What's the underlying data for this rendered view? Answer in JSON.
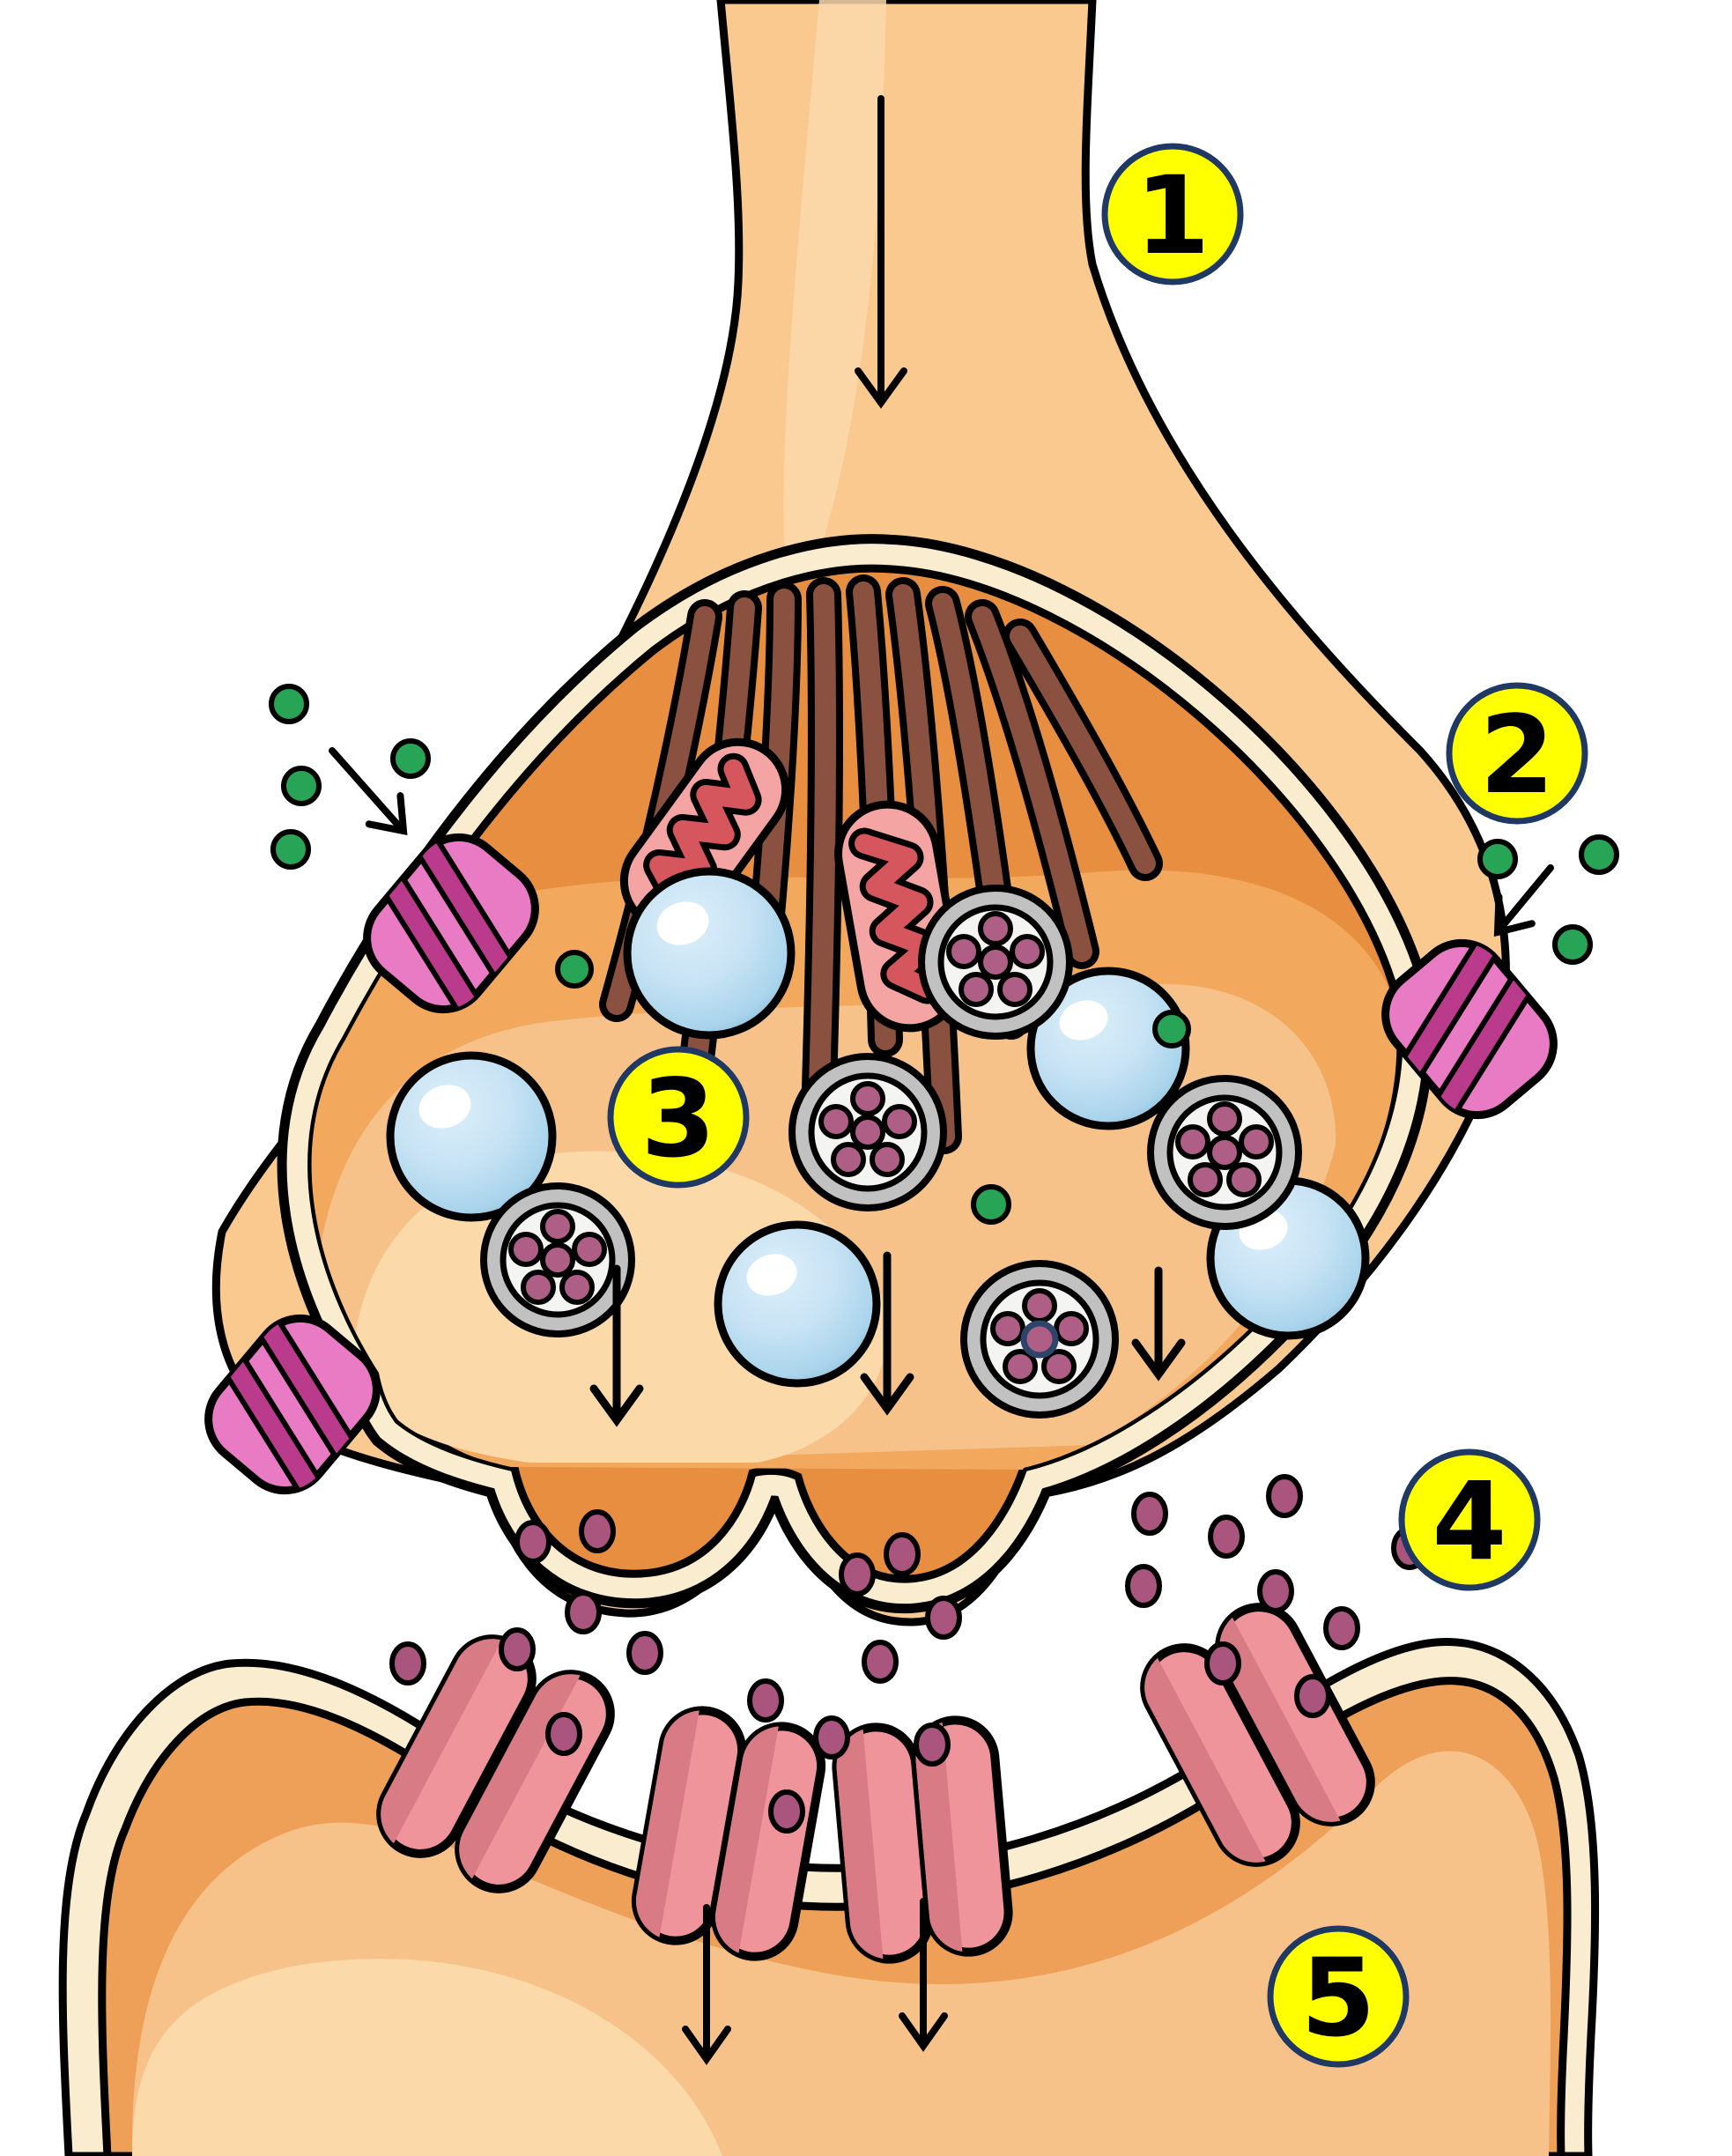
{
  "diagram": {
    "kind": "synapse-signal-transmission-illustration",
    "visible_text": [
      "1",
      "2",
      "3",
      "4",
      "5"
    ],
    "step_labels": [
      {
        "text": "1",
        "marker": "yellow-circle",
        "region": "axon-action-potential"
      },
      {
        "text": "2",
        "marker": "yellow-circle",
        "region": "calcium-ion-influx-right"
      },
      {
        "text": "3",
        "marker": "yellow-circle",
        "region": "synaptic-vesicles"
      },
      {
        "text": "4",
        "marker": "yellow-circle",
        "region": "synaptic-cleft-neurotransmitters"
      },
      {
        "text": "5",
        "marker": "yellow-circle",
        "region": "postsynaptic-cell"
      }
    ],
    "element_counts": {
      "microtubule-fibers": 9,
      "mitochondria": 2,
      "blue-spheres": 5,
      "synaptic-vesicles": 5,
      "membrane-channels": 3,
      "green-ions-outside-left": 4,
      "green-ions-outside-right": 3,
      "green-ions-inside": 3,
      "neurotransmitter-dots": 24,
      "receptor-capsules": 8,
      "arrows": 8
    },
    "colors": {
      "outline": "#000000",
      "cell_wall_orange": "#F9C98F",
      "membrane_cream": "#FAECCF",
      "interior_dark_orange": "#E78E41",
      "interior_mid_orange": "#F2A95D",
      "interior_light_orange": "#F7C289",
      "interior_lightest": "#FBD9A8",
      "microtubule_brown": "#8B5140",
      "mitochondrion_pink": "#F4A5A3",
      "mitochondrion_cristae": "#D5565C",
      "sphere_blue": "#C8E3F4",
      "sphere_blue_shade": "#79AECF",
      "vesicle_ring_gray": "#C1C1C1",
      "vesicle_core_white": "#F4F4F2",
      "vesicle_dot_purple": "#AF5E86",
      "navy_ring": "#2E4468",
      "ion_green": "#28A457",
      "channel_pink": "#E87BC4",
      "channel_stripe": "#BA3A8C",
      "receptor_salmon": "#F0949C",
      "receptor_shade": "#D97B85",
      "neurotransmitter_purple": "#A9557E",
      "label_yellow": "#FFFF00",
      "label_ring_navy": "#1F3864"
    }
  }
}
